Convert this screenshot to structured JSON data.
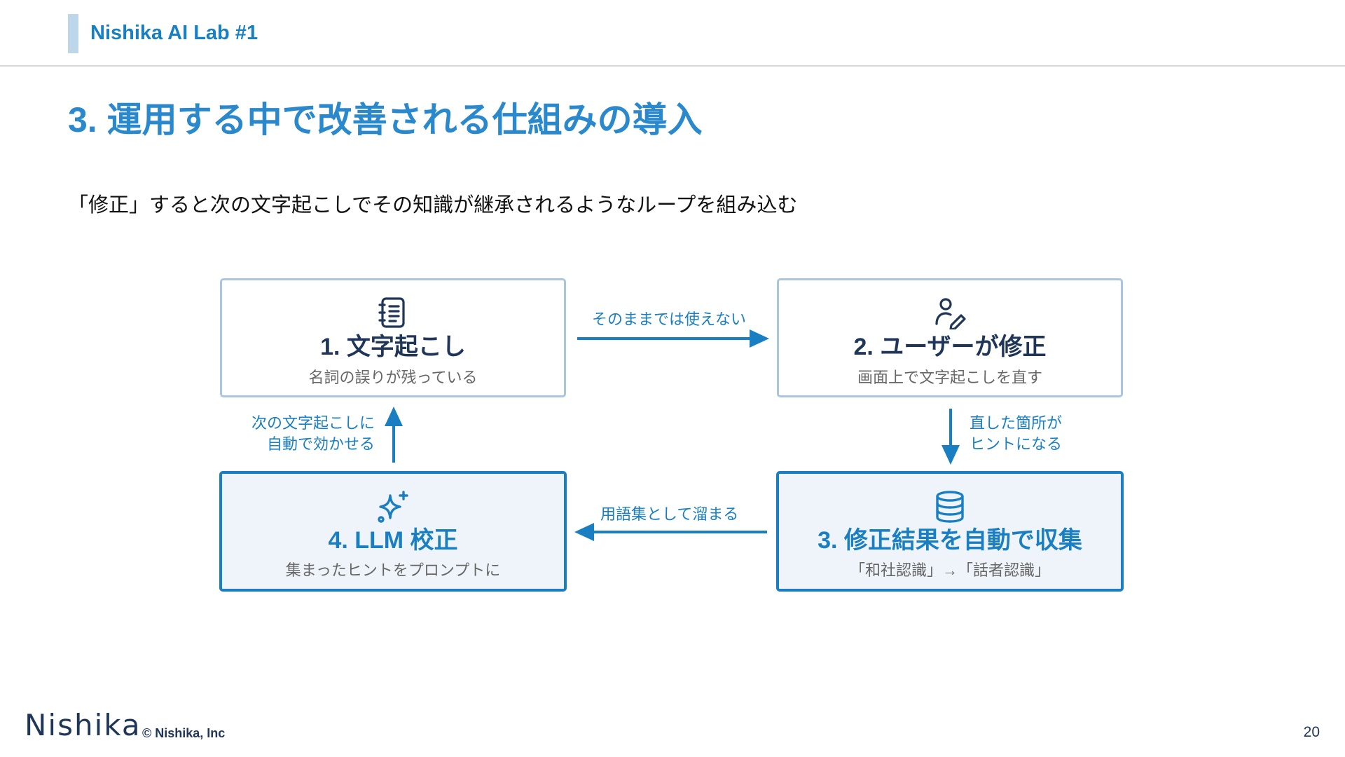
{
  "header": {
    "title": "Nishika AI Lab #1"
  },
  "page_title": "3. 運用する中で改善される仕組みの導入",
  "subtitle": "「修正」すると次の文字起こしでその知識が継承されるようなループを組み込む",
  "colors": {
    "accent": "#1a7fc2",
    "title": "#2a88cc",
    "navy": "#1f3659",
    "box_border_light": "#a9c6de",
    "box_fill_strong": "#eef4f9"
  },
  "diagram": {
    "boxes": [
      {
        "icon": "notebook-icon",
        "title": "1. 文字起こし",
        "description": "名詞の誤りが残っている"
      },
      {
        "icon": "user-edit-icon",
        "title": "2. ユーザーが修正",
        "description": "画面上で文字起こしを直す"
      },
      {
        "icon": "database-icon",
        "title": "3. 修正結果を自動で収集",
        "description": "「和社認識」→「話者認識」"
      },
      {
        "icon": "sparkles-icon",
        "title": "4. LLM 校正",
        "description": "集まったヒントをプロンプトに"
      }
    ],
    "edges": [
      {
        "from": "1",
        "to": "2",
        "label": "そのままでは使えない"
      },
      {
        "from": "2",
        "to": "3",
        "label_line1": "直した箇所が",
        "label_line2": "ヒントになる"
      },
      {
        "from": "3",
        "to": "4",
        "label": "用語集として溜まる"
      },
      {
        "from": "4",
        "to": "1",
        "label_line1": "次の文字起こしに",
        "label_line2": "自動で効かせる"
      }
    ]
  },
  "footer": {
    "logo": "Nishika",
    "copyright": "© Nishika, Inc",
    "page_number": "20"
  }
}
